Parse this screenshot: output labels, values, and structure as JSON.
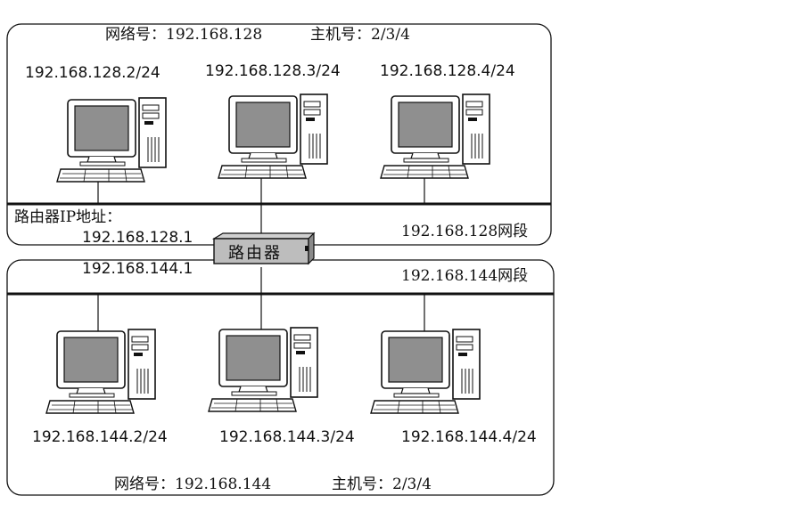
{
  "top_network": {
    "network_label": "网络号：192.168.128",
    "host_label": "主机号：2/3/4",
    "hosts": [
      "192.168.128.2/24",
      "192.168.128.3/24",
      "192.168.128.4/24"
    ],
    "segment_label": "192.168.128网段"
  },
  "router": {
    "label": "路由器",
    "ip_caption": "路由器IP地址：",
    "ip_top": "192.168.128.1",
    "ip_bottom": "192.168.144.1"
  },
  "bottom_network": {
    "network_label": "网络号：192.168.144",
    "host_label": "主机号：2/3/4",
    "hosts": [
      "192.168.144.2/24",
      "192.168.144.3/24",
      "192.168.144.4/24"
    ],
    "segment_label": "192.168.144网段"
  }
}
